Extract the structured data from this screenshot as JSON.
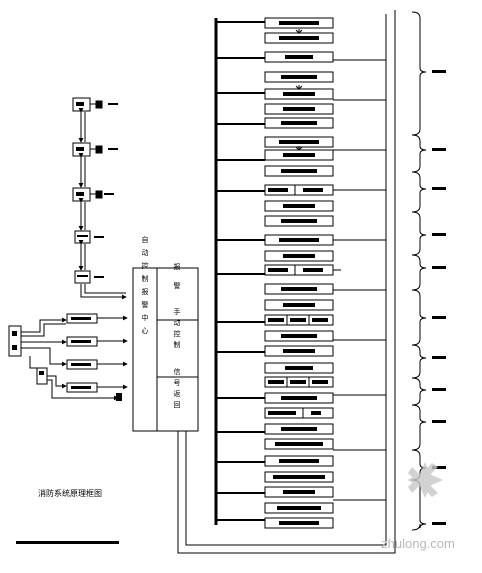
{
  "diagram": {
    "title": "消防系统原理框图",
    "control_panel": {
      "left_column": "自动控制报警中心",
      "section_top": "报警",
      "section_middle": "手动控制",
      "section_bottom": "信号返回"
    },
    "watermark": "zhulong.com"
  },
  "colors": {
    "line": "#000000",
    "background": "#ffffff",
    "watermark": "#b9b9b9",
    "logo": "#c8c8c8"
  }
}
